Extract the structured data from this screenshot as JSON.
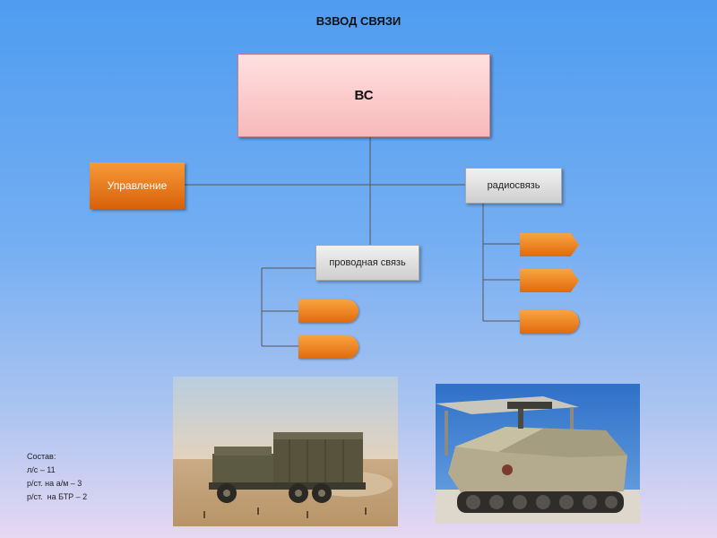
{
  "title": "ВЗВОД СВЯЗИ",
  "diagram": {
    "root": "ВС",
    "management": "Управление",
    "radio": "радиосвязь",
    "wired": "проводная связь"
  },
  "composition": {
    "heading": "Состав:",
    "lines": [
      "л/с – 11",
      "р/ст. на а/м – 3",
      "р/ст.  на БТР – 2"
    ]
  },
  "photos": {
    "truck": "military-truck-photo",
    "apc": "armored-personnel-carrier-photo"
  },
  "colors": {
    "root_fill": "#f7b9ba",
    "orange": "#e06a0c",
    "gray_box": "#cfcfcf",
    "connector": "#555555"
  }
}
